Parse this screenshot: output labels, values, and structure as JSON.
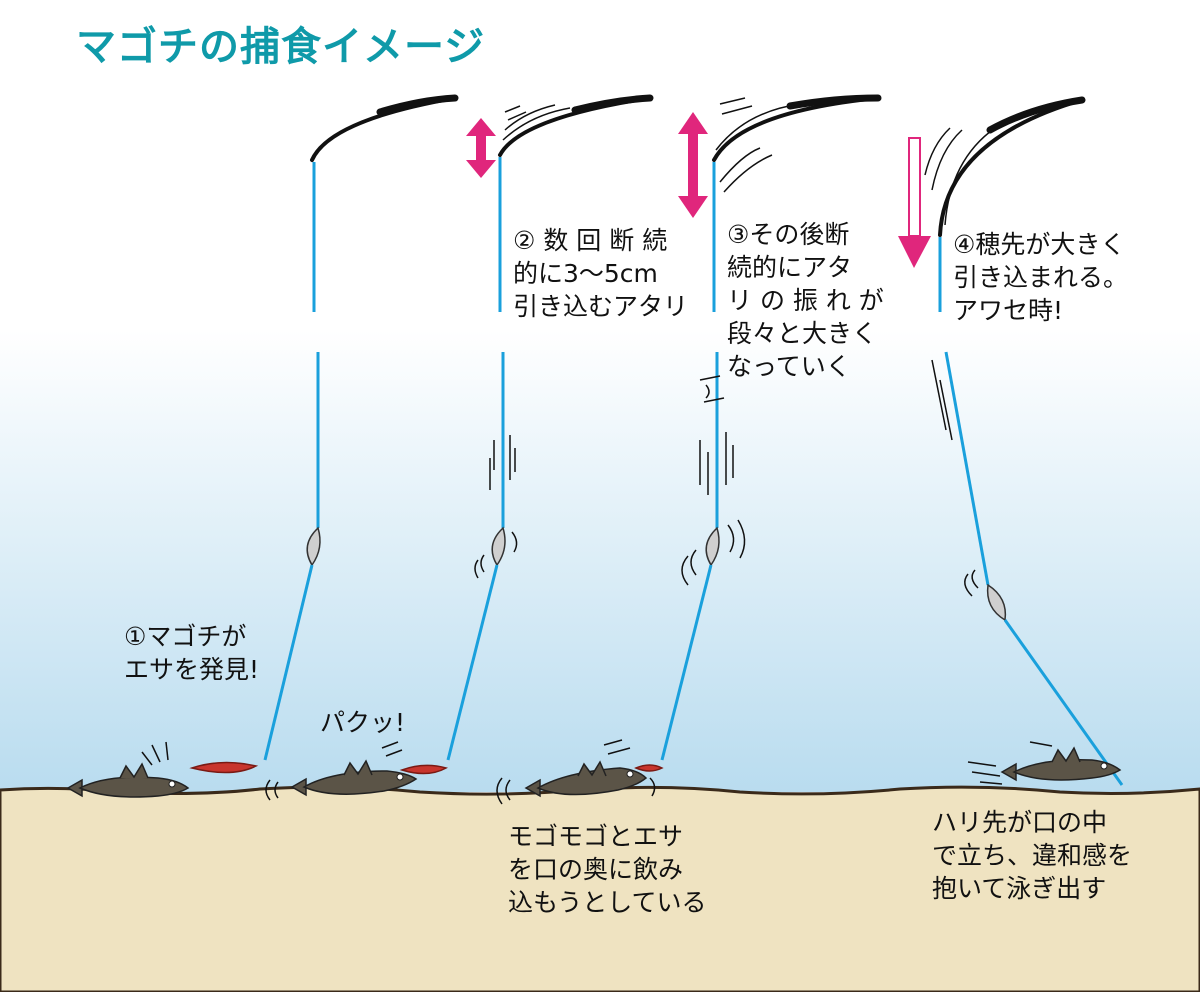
{
  "title": "マゴチの捕食イメージ",
  "steps": [
    {
      "lines": [
        "①マゴチが",
        "エサを発見!"
      ]
    },
    {
      "lines": [
        "② 数 回 断 続",
        "的に3〜5cm",
        "引き込むアタリ"
      ]
    },
    {
      "lines": [
        "③その後断",
        "続的にアタ",
        "リ の 振 れ が",
        "段々と大きく",
        "なっていく"
      ]
    },
    {
      "lines": [
        "④穂先が大きく",
        "引き込まれる。",
        "アワセ時!"
      ]
    }
  ],
  "exclamation": "パクッ!",
  "notes": [
    {
      "lines": [
        "モゴモゴとエサ",
        "を口の奥に飲み",
        "込もうとしている"
      ]
    },
    {
      "lines": [
        "ハリ先が口の中",
        "で立ち、違和感を",
        "抱いて泳ぎ出す"
      ]
    }
  ],
  "colors": {
    "title": "#0f9aa9",
    "line": "#1aa0dc",
    "arrow": "#e0267c",
    "seabed": "#efe3c1",
    "seabed_edge": "#3a2a1a",
    "water_top": "#ffffff",
    "water_bottom": "#b9dcef",
    "rod": "#111111",
    "fish": "#5b5447",
    "bait": "#c8352d"
  }
}
